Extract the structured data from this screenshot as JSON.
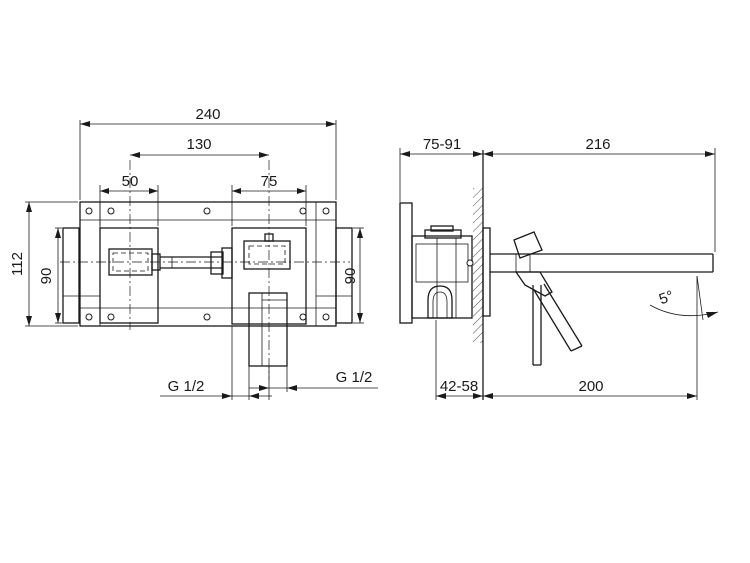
{
  "front_view": {
    "overall_width": "240",
    "handle_center_distance": "130",
    "left_block_width": "50",
    "right_block_width": "75",
    "overall_height": "112",
    "left_plate_height": "90",
    "right_plate_height": "90",
    "left_connection": "G 1/2",
    "right_connection": "G 1/2"
  },
  "side_view": {
    "wall_depth_range": "75-91",
    "total_projection": "216",
    "adjustment_range": "42-58",
    "spout_reach": "200",
    "spout_angle": "5°"
  }
}
